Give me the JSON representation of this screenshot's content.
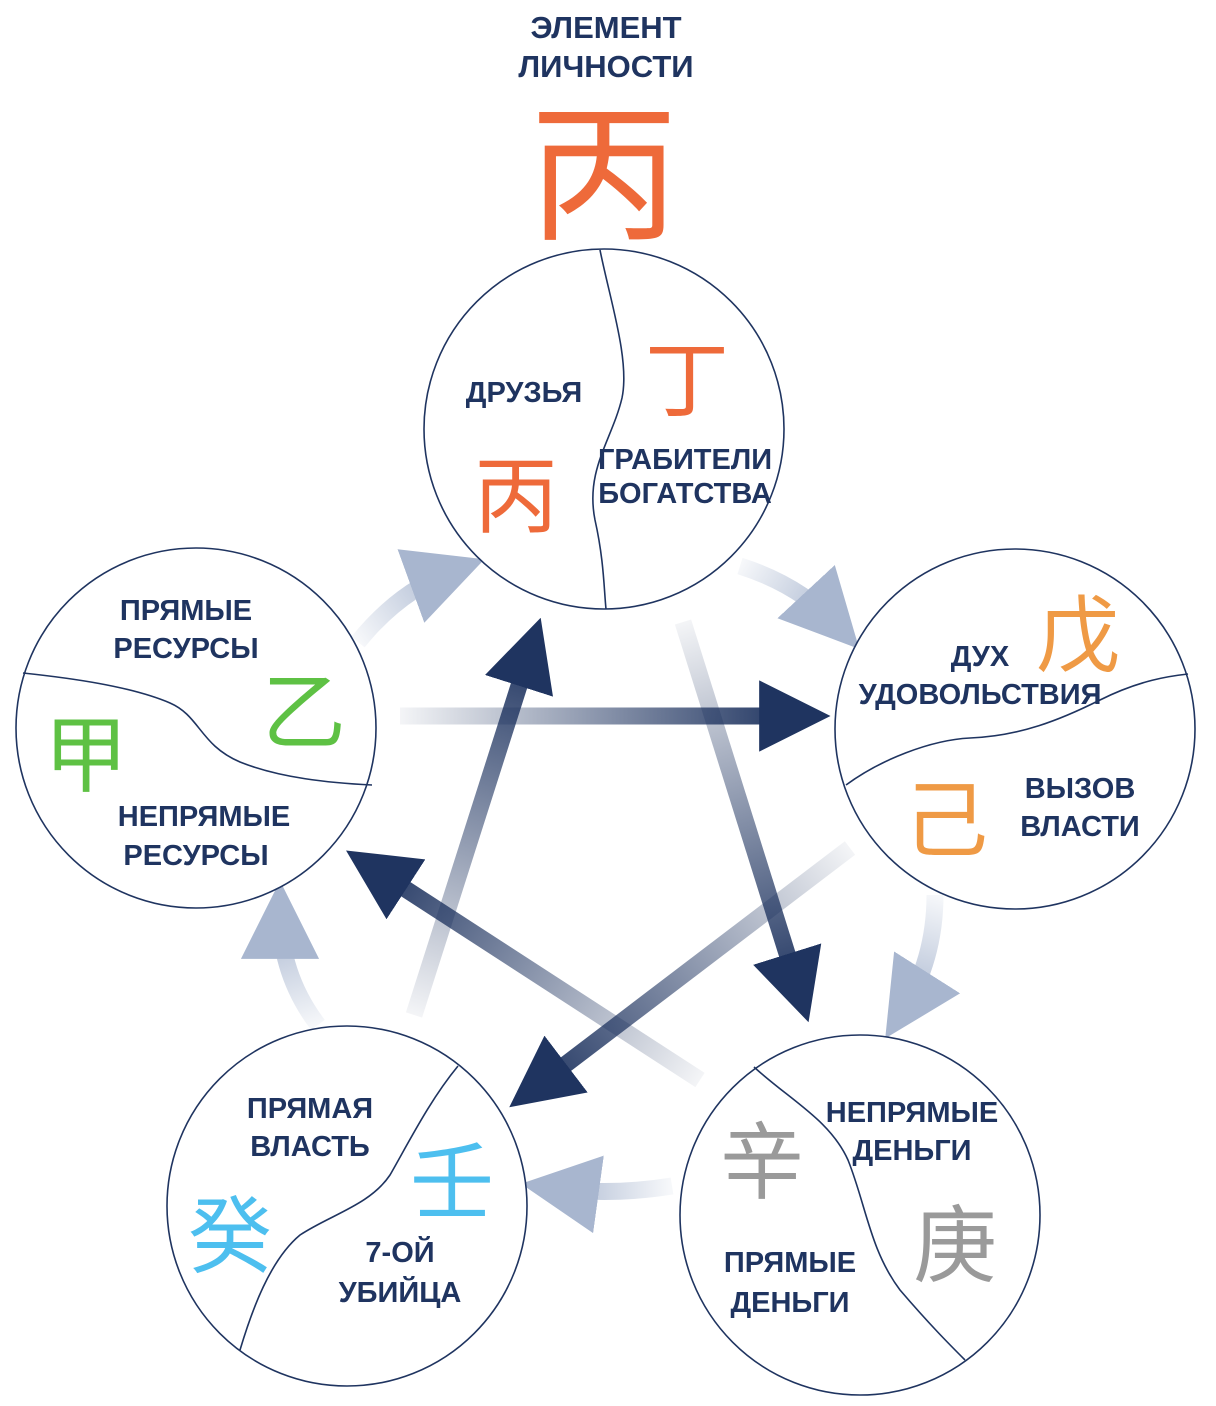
{
  "header": {
    "line1": "ЭЛЕМЕНТ",
    "line2": "ЛИЧНОСТИ",
    "glyph": "丙"
  },
  "colors": {
    "fire": "#ee6a3a",
    "earth": "#ef9a45",
    "metal": "#9a9a9a",
    "water": "#4dbfef",
    "wood": "#5ec144",
    "ink": "#1f3460"
  },
  "circles": {
    "top": {
      "label_a": [
        "ДРУЗЬЯ"
      ],
      "label_b": [
        "ГРАБИТЕЛИ",
        "БОГАТСТВА"
      ],
      "glyph_a": "丙",
      "glyph_b": "丁"
    },
    "right": {
      "label_a": [
        "ДУХ",
        "УДОВОЛЬСТВИЯ"
      ],
      "label_b": [
        "ВЫЗОВ",
        "ВЛАСТИ"
      ],
      "glyph_a": "戊",
      "glyph_b": "己"
    },
    "bottom_right": {
      "label_a": [
        "НЕПРЯМЫЕ",
        "ДЕНЬГИ"
      ],
      "label_b": [
        "ПРЯМЫЕ",
        "ДЕНЬГИ"
      ],
      "glyph_a": "辛",
      "glyph_b": "庚"
    },
    "bottom_left": {
      "label_a": [
        "ПРЯМАЯ",
        "ВЛАСТЬ"
      ],
      "label_b": [
        "7-ОЙ",
        "УБИЙЦА"
      ],
      "glyph_a": "壬",
      "glyph_b": "癸"
    },
    "left": {
      "label_a": [
        "ПРЯМЫЕ",
        "РЕСУРСЫ"
      ],
      "label_b": [
        "НЕПРЯМЫЕ",
        "РЕСУРСЫ"
      ],
      "glyph_a": "乙",
      "glyph_b": "甲"
    }
  }
}
